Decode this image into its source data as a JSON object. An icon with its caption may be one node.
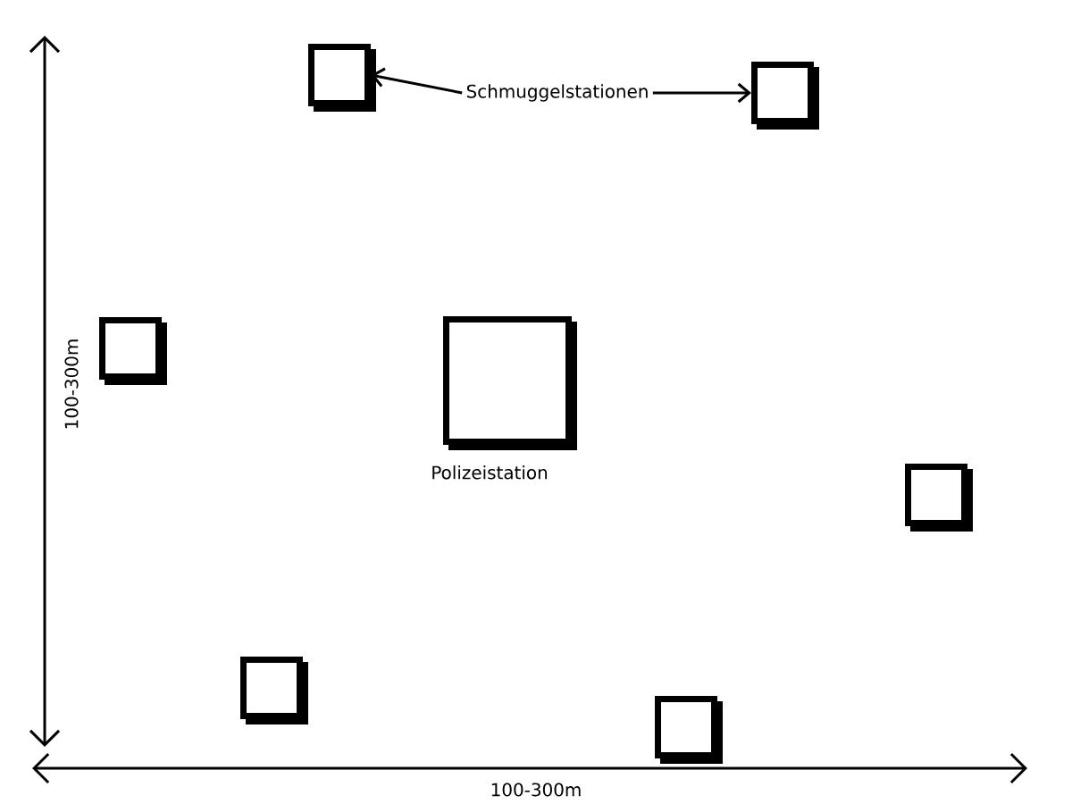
{
  "diagram": {
    "nodes": [
      {
        "text": [
          "Schmuggelstationen"
        ]
      },
      {
        "text": [],
        "shape": "box"
      },
      {
        "text": [],
        "shape": "box"
      },
      {
        "text": [],
        "shape": "box"
      },
      {
        "text": [
          "Polizeistation"
        ]
      },
      {
        "text": [],
        "shape": "box"
      },
      {
        "text": [],
        "shape": "box"
      },
      {
        "text": [],
        "shape": "box"
      }
    ],
    "edges": [
      {
        "from": 0,
        "to": 1,
        "arrow": "to"
      },
      {
        "from": 0,
        "to": 2,
        "arrow": "to"
      }
    ],
    "labels": [
      "100-300m",
      "100-300m"
    ]
  }
}
